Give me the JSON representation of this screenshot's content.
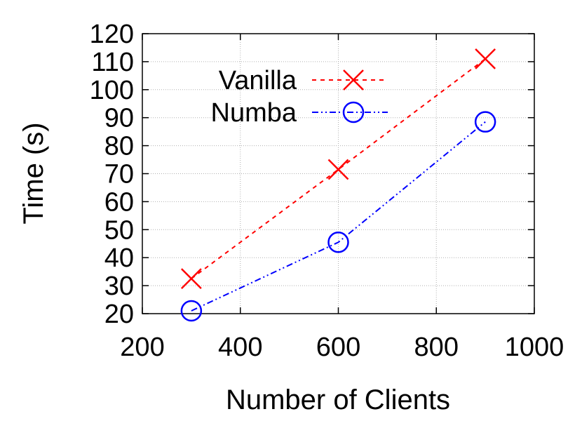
{
  "chart_data": {
    "type": "line",
    "xlabel": "Number of Clients",
    "ylabel": "Time (s)",
    "xlim": [
      200,
      1000
    ],
    "ylim": [
      20,
      120
    ],
    "x_ticks": [
      200,
      400,
      600,
      800,
      1000
    ],
    "y_ticks": [
      20,
      30,
      40,
      50,
      60,
      70,
      80,
      90,
      100,
      110,
      120
    ],
    "grid": true,
    "legend_position": "top-center",
    "series": [
      {
        "name": "Vanilla",
        "color": "#ff0000",
        "marker": "x",
        "line_style": "dashed",
        "x": [
          300,
          600,
          900
        ],
        "y": [
          32.5,
          71.5,
          111
        ]
      },
      {
        "name": "Numba",
        "color": "#0000ff",
        "marker": "circle",
        "line_style": "dash-dot-dot",
        "x": [
          300,
          600,
          900
        ],
        "y": [
          21,
          45.5,
          88.5
        ]
      }
    ]
  }
}
